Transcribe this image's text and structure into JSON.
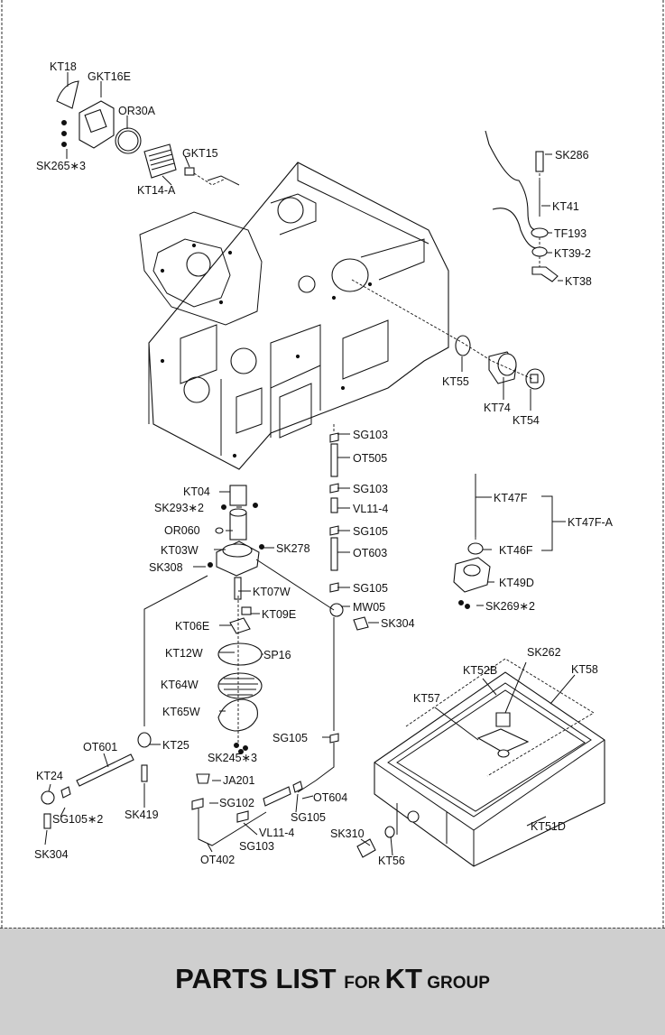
{
  "footer": {
    "title_main": "PARTS LIST ",
    "title_for": "FOR ",
    "title_group_code": "KT",
    "title_group": " GROUP"
  },
  "labels": {
    "KT18": "KT18",
    "GKT16E": "GKT16E",
    "OR30A": "OR30A",
    "SK265x3": "SK265∗3",
    "GKT15": "GKT15",
    "KT14A": "KT14-A",
    "SK286": "SK286",
    "KT41": "KT41",
    "TF193": "TF193",
    "KT39_2": "KT39-2",
    "KT38": "KT38",
    "KT55": "KT55",
    "KT74": "KT74",
    "KT54": "KT54",
    "SG103a": "SG103",
    "OT505": "OT505",
    "SG103b": "SG103",
    "VL11_4a": "VL11-4",
    "SG105a": "SG105",
    "OT603": "OT603",
    "SG105b": "SG105",
    "MW05": "MW05",
    "SK304a": "SK304",
    "KT04": "KT04",
    "SK293x2": "SK293∗2",
    "OR060": "OR060",
    "KT03W": "KT03W",
    "SK278": "SK278",
    "SK308": "SK308",
    "KT07W": "KT07W",
    "KT09E": "KT09E",
    "KT06E": "KT06E",
    "KT12W": "KT12W",
    "SP16": "SP16",
    "KT64W": "KT64W",
    "KT65W": "KT65W",
    "SK245x3": "SK245∗3",
    "KT47F": "KT47F",
    "KT47FA": "KT47F-A",
    "KT46F": "KT46F",
    "KT49D": "KT49D",
    "SK269x2": "SK269∗2",
    "SK262": "SK262",
    "KT52B": "KT52B",
    "KT58": "KT58",
    "KT57": "KT57",
    "KT51D": "KT51D",
    "SK310": "SK310",
    "KT56": "KT56",
    "SG105c": "SG105",
    "OT601": "OT601",
    "KT25": "KT25",
    "KT24": "KT24",
    "SG105x2": "SG105∗2",
    "SK419": "SK419",
    "SK304b": "SK304",
    "JA201": "JA201",
    "SG102": "SG102",
    "OT604": "OT604",
    "SG105d": "SG105",
    "VL11_4b": "VL11-4",
    "SG103c": "SG103",
    "OT402": "OT402"
  }
}
